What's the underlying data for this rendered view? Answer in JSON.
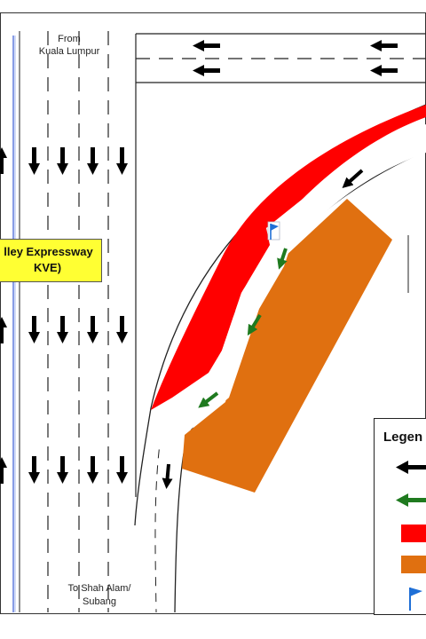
{
  "labels": {
    "from": [
      "From",
      "Kuala Lumpur"
    ],
    "to": [
      "To Shah Alam/",
      "Subang"
    ],
    "highway": [
      "lley Expressway",
      "KVE)"
    ]
  },
  "legend": {
    "title": "Legen",
    "items": [
      {
        "icon": "black-arrow-icon",
        "color": "#000000"
      },
      {
        "icon": "green-arrow-icon",
        "color": "#1f7a1f"
      },
      {
        "icon": "red-swatch-icon",
        "color": "#ff0000"
      },
      {
        "icon": "orange-swatch-icon",
        "color": "#e07010"
      },
      {
        "icon": "blue-flag-icon",
        "color": "#1f6fd6"
      }
    ]
  },
  "colors": {
    "red_area": "#ff0000",
    "orange_area": "#e07010",
    "green_arrow": "#1f7a1f",
    "black_arrow": "#000000",
    "flag": "#1f6fd6",
    "label_box": "#ffff33"
  }
}
